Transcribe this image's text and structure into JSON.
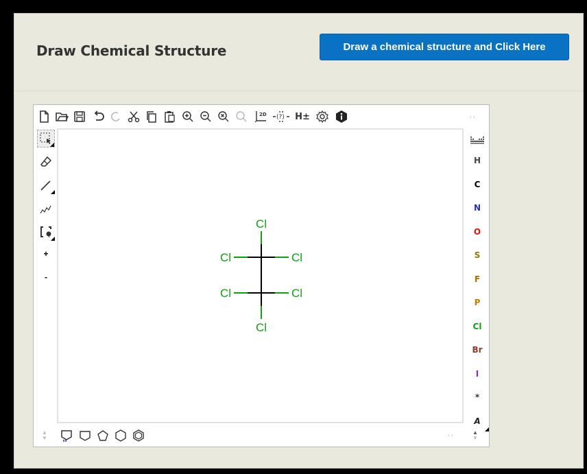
{
  "header": {
    "title": "Draw Chemical Structure",
    "action_button": "Draw a chemical structure and Click Here"
  },
  "top_toolbar": {
    "tools": [
      "new-icon",
      "open-icon",
      "save-icon",
      "undo-icon",
      "redo-icon",
      "cut-icon",
      "copy-icon",
      "paste-icon",
      "zoom-in-icon",
      "zoom-out-icon",
      "clear-icon",
      "search-icon",
      "layout-2d-icon",
      "check-icon",
      "explicit-hydrogens-icon",
      "settings-icon",
      "info-icon"
    ],
    "layout_label": "2D",
    "check_label": "(?)",
    "hydrogens_label": "H±",
    "scroll": "‹ ›"
  },
  "left_toolbar": {
    "tools": [
      "select-icon",
      "erase-icon",
      "bond-icon",
      "chain-icon",
      "bracket-icon",
      "charge-plus-icon",
      "charge-minus-icon"
    ],
    "plus_label": "+",
    "minus_label": "-"
  },
  "right_toolbar": {
    "periodic_table_icon": "periodic-table-icon",
    "atoms": [
      {
        "symbol": "H",
        "color": "#444444"
      },
      {
        "symbol": "C",
        "color": "#000000"
      },
      {
        "symbol": "N",
        "color": "#2233aa"
      },
      {
        "symbol": "O",
        "color": "#e01010"
      },
      {
        "symbol": "S",
        "color": "#8a7a00"
      },
      {
        "symbol": "F",
        "color": "#b07000"
      },
      {
        "symbol": "P",
        "color": "#c08000"
      },
      {
        "symbol": "Cl",
        "color": "#12a012"
      },
      {
        "symbol": "Br",
        "color": "#8b3a2a"
      },
      {
        "symbol": "I",
        "color": "#8833aa"
      },
      {
        "symbol": "*",
        "color": "#333333"
      },
      {
        "symbol": "A",
        "color": "#222222"
      }
    ]
  },
  "bottom_toolbar": {
    "templates": [
      "benzene-template-icon",
      "cyclohexane-icon",
      "cyclopentane-icon",
      "cyclobutane-icon",
      "cyclopropane-icon",
      "aromatic-ring-icon"
    ],
    "scroll": "‹ ›"
  },
  "molecule": {
    "name": "",
    "atoms": [
      {
        "label": "Cl",
        "role": "top"
      },
      {
        "label": "Cl",
        "role": "upper-left"
      },
      {
        "label": "Cl",
        "role": "upper-right"
      },
      {
        "label": "Cl",
        "role": "lower-left"
      },
      {
        "label": "Cl",
        "role": "lower-right"
      },
      {
        "label": "Cl",
        "role": "bottom"
      }
    ],
    "atom_color": "#12a012",
    "bond_color": "#000000"
  }
}
